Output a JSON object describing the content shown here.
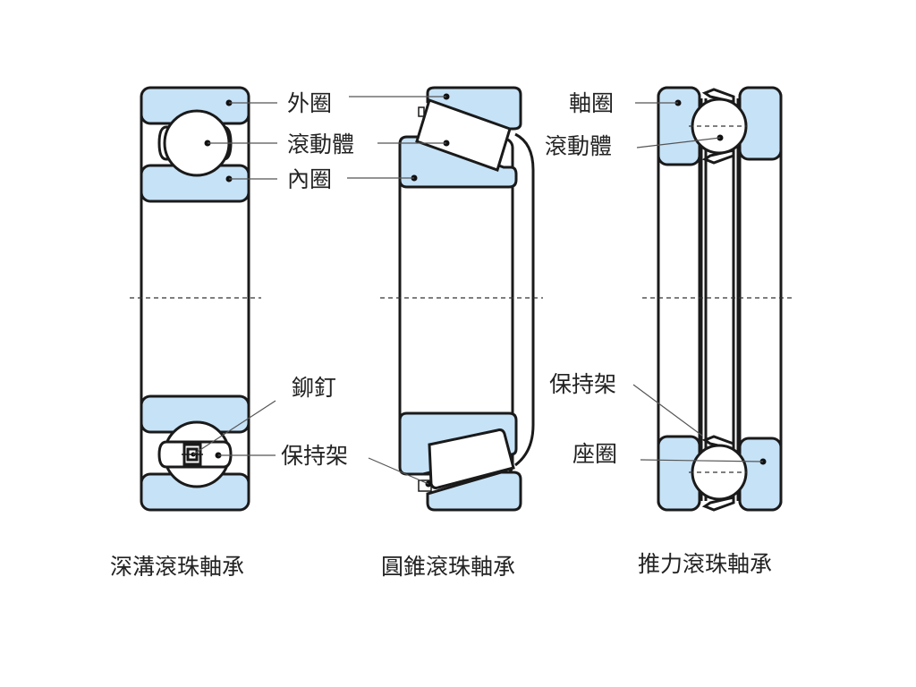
{
  "colors": {
    "ring_fill": "#c6e2f7",
    "stroke": "#1a1a1a",
    "leader": "#555555",
    "background": "#ffffff"
  },
  "deep_groove": {
    "caption": "深溝滾珠軸承",
    "labels": {
      "outer_ring": "外圈",
      "rolling_element": "滾動體",
      "inner_ring": "內圈",
      "rivet": "鉚釘",
      "cage": "保持架"
    }
  },
  "tapered": {
    "caption": "圓錐滾珠軸承"
  },
  "thrust": {
    "caption": "推力滾珠軸承",
    "labels": {
      "shaft_washer": "軸圈",
      "rolling_element": "滾動體",
      "cage": "保持架",
      "housing_washer": "座圈"
    }
  }
}
